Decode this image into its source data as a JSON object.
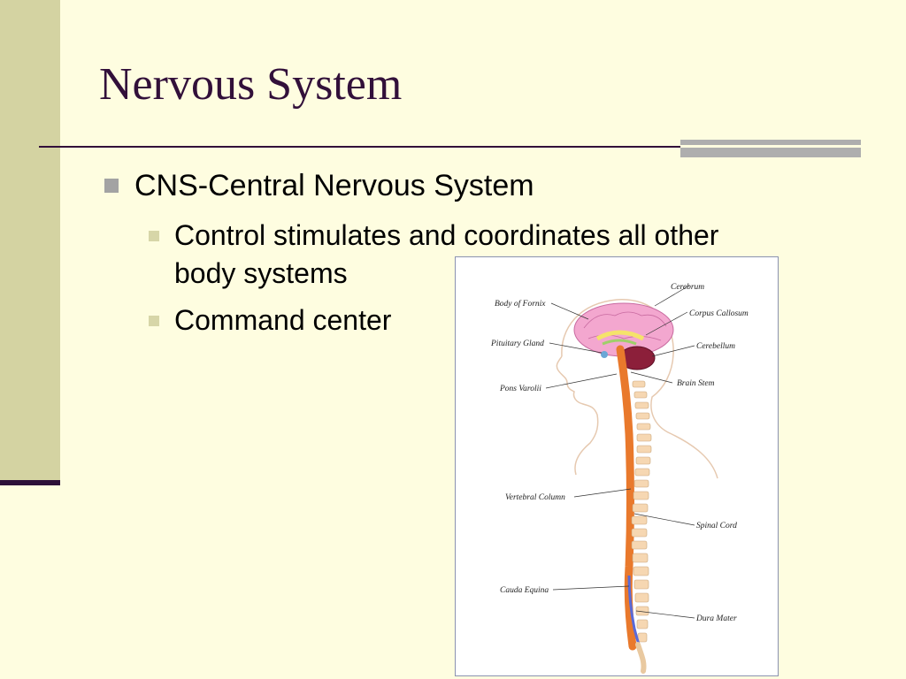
{
  "slide": {
    "title": "Nervous System",
    "bullets": [
      {
        "text": "CNS-Central Nervous System",
        "sub": [
          {
            "line1": "Control stimulates and coordinates all other",
            "line2": "body systems"
          },
          {
            "line1": "Command center"
          }
        ]
      }
    ]
  },
  "diagram": {
    "labels": {
      "cerebrum": "Cerebrum",
      "body_of_fornix": "Body of Fornix",
      "corpus_callosum": "Corpus Callosum",
      "pituitary_gland": "Pituitary Gland",
      "cerebellum": "Cerebellum",
      "brain_stem": "Brain Stem",
      "pons_varolii": "Pons Varolii",
      "vertebral_column": "Vertebral Column",
      "spinal_cord": "Spinal Cord",
      "cauda_equina": "Cauda Equina",
      "dura_mater": "Dura Mater"
    }
  },
  "colors": {
    "background": "#fefde0",
    "accent_bar": "#d4d3a2",
    "title": "#32103a",
    "bullet_main": "#a3a3a3",
    "bullet_sub": "#d7d6a8"
  }
}
